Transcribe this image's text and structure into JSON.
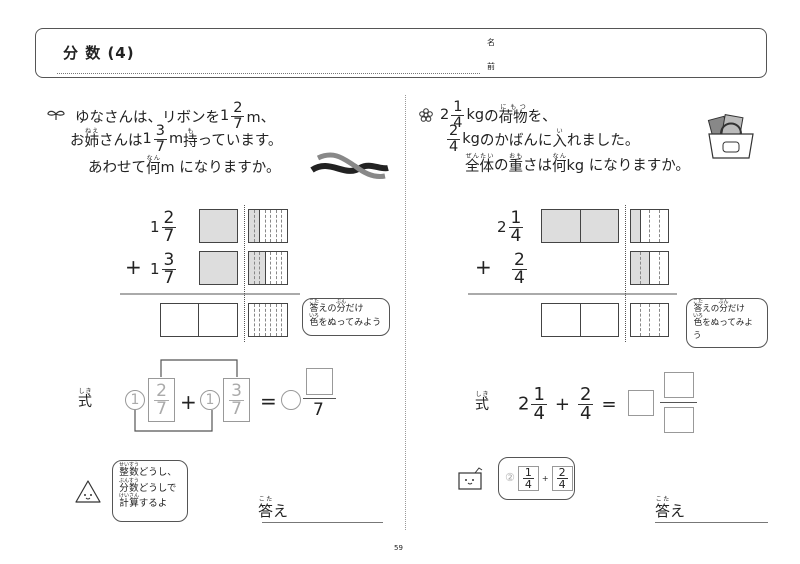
{
  "header": {
    "title": "分 数 (4)",
    "name_label_top": "名",
    "name_label_bottom": "前"
  },
  "problem1": {
    "icon": "sprout-icon",
    "l1_text": "ゆなさんは、リボンを ",
    "l1_whole": "1",
    "l1_num": "2",
    "l1_den": "7",
    "l1_unit": "m、",
    "l2_a": "お",
    "l2_kanji1": "姉",
    "l2_ruby1": "ねえ",
    "l2_b": "さんは ",
    "l2_whole": "1",
    "l2_num": "3",
    "l2_den": "7",
    "l2_unit": " m ",
    "l2_kanji2": "持",
    "l2_ruby2": "も",
    "l2_c": "っています。",
    "l3_a": "あわせて",
    "l3_kanji": "何",
    "l3_ruby": "なん",
    "l3_b": " m になりますか。",
    "row1": {
      "whole": "1",
      "num": "2",
      "den": "7"
    },
    "row2": {
      "op": "+",
      "whole": "1",
      "num": "3",
      "den": "7"
    },
    "bars": [
      {
        "parts": 7,
        "shaded": 2
      },
      {
        "parts": 7,
        "shaded": 3
      },
      {
        "parts": 7,
        "shaded": 0
      }
    ],
    "hint": {
      "k1": "答",
      "r1": "こた",
      "t1": "えの",
      "k2": "分",
      "r2": "ぶん",
      "t2": "だけ",
      "k3": "色",
      "r3": "いろ",
      "t3": "をぬってみよう"
    },
    "shiki_label": "式",
    "shiki_ruby": "しき",
    "formula": {
      "w1": "1",
      "n1": "2",
      "d1": "7",
      "op": "+",
      "w2": "1",
      "n2": "3",
      "d2": "7",
      "eq": "=",
      "den": "7"
    },
    "tip": {
      "k1": "整数",
      "r1": "せいすう",
      "t1": "どうし、",
      "k2": "分数",
      "r2": "ぶんすう",
      "t2": "どうしで",
      "k3": "計算",
      "r3": "けいさん",
      "t3": "するよ"
    },
    "answer_kanji": "答",
    "answer_ruby": "こた",
    "answer_rest": "え"
  },
  "problem2": {
    "icon": "flower-icon",
    "l1_whole": "2",
    "l1_num": "1",
    "l1_den": "4",
    "l1_unit": "kg",
    "l1_a": "の",
    "l1_kanji": "荷物",
    "l1_ruby": "にもつ",
    "l1_b": "を、",
    "l2_num": "2",
    "l2_den": "4",
    "l2_unit": "kg",
    "l2_a": "のかばんに",
    "l2_kanji": "入",
    "l2_ruby": "い",
    "l2_b": "れました。",
    "l3_k1": "全体",
    "l3_r1": "ぜんたい",
    "l3_a": "の",
    "l3_k2": "重",
    "l3_r2": "おも",
    "l3_b": "さは",
    "l3_k3": "何",
    "l3_r3": "なん",
    "l3_c": " kg になりますか。",
    "row1": {
      "whole": "2",
      "num": "1",
      "den": "4"
    },
    "row2": {
      "op": "+",
      "num": "2",
      "den": "4"
    },
    "bars": [
      {
        "parts": 4,
        "shaded": 1
      },
      {
        "parts": 4,
        "shaded": 2
      },
      {
        "parts": 4,
        "shaded": 0
      }
    ],
    "hint": {
      "k1": "答",
      "r1": "こた",
      "t1": "えの",
      "k2": "分",
      "r2": "ぶん",
      "t2": "だけ",
      "k3": "色",
      "r3": "いろ",
      "t3": "をぬってみよう"
    },
    "shiki_label": "式",
    "shiki_ruby": "しき",
    "formula": {
      "w1": "2",
      "n1": "1",
      "d1": "4",
      "op": "+",
      "n2": "2",
      "d2": "4",
      "eq": "="
    },
    "tip": {
      "circle": "②",
      "n1": "1",
      "d1": "4",
      "op": "+",
      "n2": "2",
      "d2": "4"
    },
    "answer_kanji": "答",
    "answer_ruby": "こた",
    "answer_rest": "え"
  },
  "page_number": "59"
}
